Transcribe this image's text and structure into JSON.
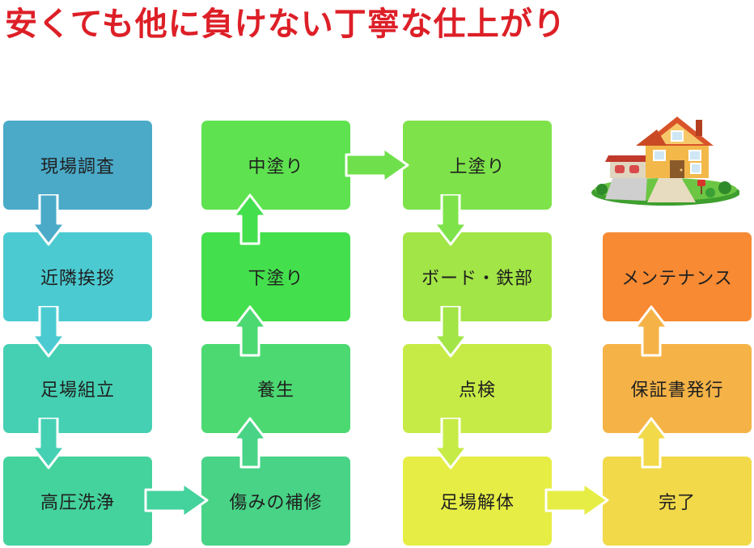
{
  "title": "安くても他に負けない丁寧な仕上がり",
  "colors": {
    "title": "#dd1f27"
  },
  "columns": [
    {
      "steps": [
        {
          "label": "現場調査",
          "color": "#4aaac8"
        },
        {
          "label": "近隣挨拶",
          "color": "#4bcbd1"
        },
        {
          "label": "足場組立",
          "color": "#46d0b3"
        },
        {
          "label": "高圧洗浄",
          "color": "#44d29d"
        }
      ]
    },
    {
      "steps": [
        {
          "label": "中塗り",
          "color": "#5ee24f"
        },
        {
          "label": "下塗り",
          "color": "#44df4d"
        },
        {
          "label": "養生",
          "color": "#4cd972"
        },
        {
          "label": "傷みの補修",
          "color": "#48d386"
        }
      ]
    },
    {
      "steps": [
        {
          "label": "上塗り",
          "color": "#7ee34a"
        },
        {
          "label": "ボード・鉄部",
          "color": "#a2e546"
        },
        {
          "label": "点検",
          "color": "#c7eb46"
        },
        {
          "label": "足場解体",
          "color": "#e6ee45"
        }
      ]
    },
    {
      "steps": [
        {
          "label": "メンテナンス",
          "color": "#f78a33"
        },
        {
          "label": "保証書発行",
          "color": "#f5b347"
        },
        {
          "label": "完了",
          "color": "#f1d949"
        }
      ]
    }
  ],
  "decoration": {
    "house_icon": "house-illustration"
  }
}
